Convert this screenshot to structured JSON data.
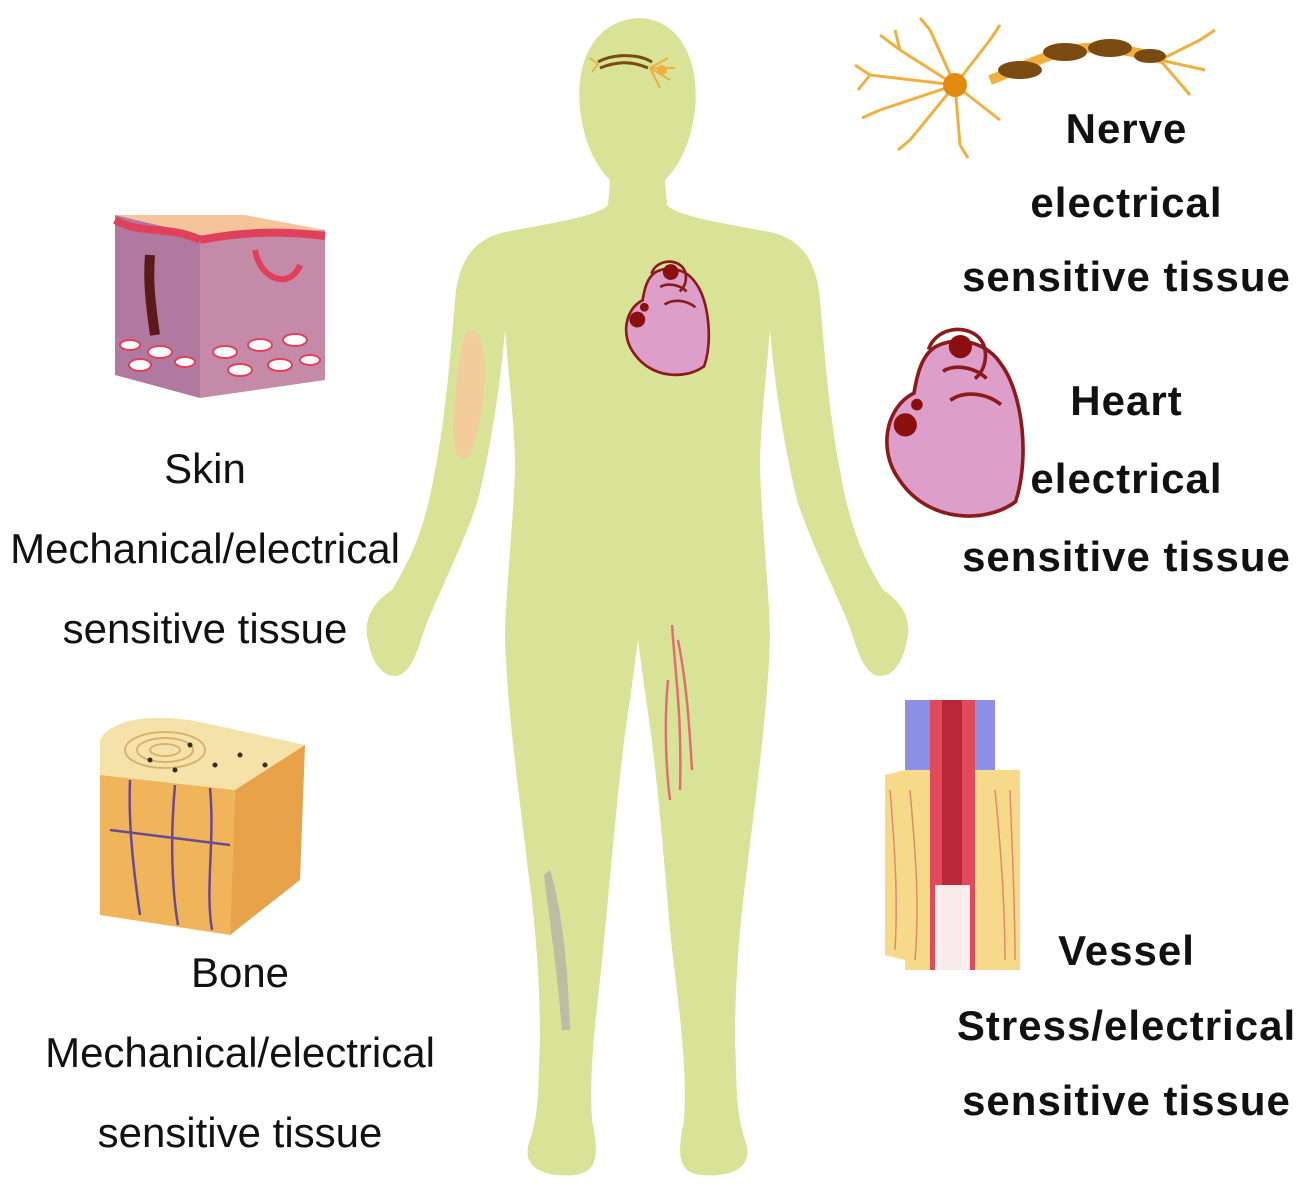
{
  "labels": {
    "skin": {
      "name": "Skin",
      "line2": "Mechanical/electrical",
      "line3": "sensitive tissue"
    },
    "bone": {
      "name": "Bone",
      "line2": "Mechanical/electrical",
      "line3": "sensitive tissue"
    },
    "nerve": {
      "name": "Nerve",
      "line2": "electrical",
      "line3": "sensitive tissue"
    },
    "heart": {
      "name": "Heart",
      "line2": "electrical",
      "line3": "sensitive tissue"
    },
    "vessel": {
      "name": "Vessel",
      "line2": "Stress/electrical",
      "line3": "sensitive tissue"
    }
  },
  "colors": {
    "body": "#d9e398",
    "heart_fill": "#dd9fc9",
    "heart_outline": "#8b1a1a",
    "heart_dark": "#8b0f0f",
    "skin_top": "#f5c49a",
    "skin_side": "#b07aa0",
    "skin_red": "#e0405a",
    "bone_fill": "#f0b45a",
    "bone_top": "#f5e2a8",
    "nerve": "#f0b040",
    "nerve_dark": "#7a4a10",
    "vessel_outer": "#f7d98a",
    "vessel_blue": "#8e8fe6",
    "vessel_red": "#e04a5a"
  },
  "icons": {
    "body": "human-body-silhouette",
    "skin": "skin-tissue-block",
    "bone": "bone-tissue-block",
    "nerve": "neuron-cell",
    "heart": "heart-organ",
    "vessel": "blood-vessel-section"
  }
}
